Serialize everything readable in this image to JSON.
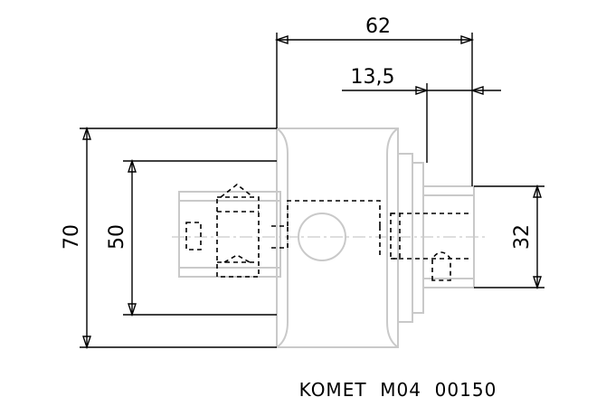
{
  "drawing": {
    "dimensions": {
      "overall_length": "62",
      "shoulder": "13,5",
      "outer_diameter": "70",
      "inner_diameter": "50",
      "shank_diameter": "32"
    },
    "caption": "KOMET  M04  00150"
  },
  "colors": {
    "line": "#000000",
    "part_outline": "#c9c9c9",
    "background": "#ffffff"
  }
}
